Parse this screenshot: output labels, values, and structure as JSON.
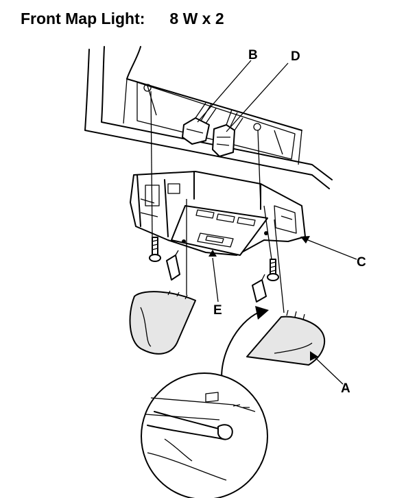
{
  "title": {
    "label": "Front Map Light:",
    "spec": "8 W x 2"
  },
  "callouts": {
    "a": "A",
    "b": "B",
    "c": "C",
    "d": "D",
    "e": "E"
  }
}
